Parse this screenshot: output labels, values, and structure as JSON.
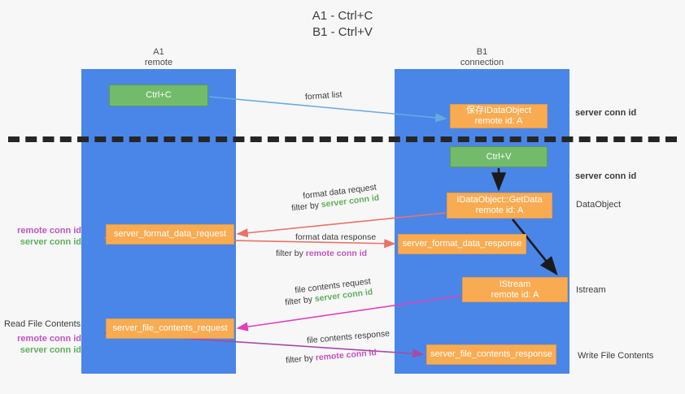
{
  "diagram": {
    "title": "A1 - Ctrl+C\nB1 - Ctrl+V",
    "colors": {
      "lane": "#4a86e8",
      "green_box": "#72bb6a",
      "orange_box": "#f9ab52",
      "server_conn_id": "#5fb05a",
      "remote_conn_id": "#c154c1",
      "divider": "#262626",
      "arrow_blue": "#69a9e0",
      "arrow_red": "#e8736a",
      "arrow_magenta": "#e040c0",
      "arrow_purple": "#a64ca6",
      "arrow_black": "#1a1a1a",
      "background": "#f7f7f7"
    },
    "lanes": [
      {
        "id": "A1",
        "title": "A1\nremote"
      },
      {
        "id": "B1",
        "title": "B1\nconnection"
      }
    ],
    "nodes": [
      {
        "id": "ctrl-c",
        "label": "Ctrl+C",
        "style": "green"
      },
      {
        "id": "save-idataobject",
        "label": "保存IDataObject\nremote id: A",
        "style": "orange"
      },
      {
        "id": "ctrl-v",
        "label": "Ctrl+V",
        "style": "green"
      },
      {
        "id": "getdata",
        "label": "IDataObject::GetData\nremote id: A",
        "style": "orange"
      },
      {
        "id": "server-format-data-request",
        "label": "server_format_data_request",
        "style": "orange"
      },
      {
        "id": "server-format-data-response",
        "label": "server_format_data_response",
        "style": "orange"
      },
      {
        "id": "istream",
        "label": "IStream\nremote id: A",
        "style": "orange"
      },
      {
        "id": "server-file-contents-request",
        "label": "server_file_contents_request",
        "style": "orange"
      },
      {
        "id": "server-file-contents-response",
        "label": "server_file_contents_response",
        "style": "orange"
      }
    ],
    "edge_labels": {
      "format_list": "format list",
      "format_data_request": "format data request",
      "format_data_request_filter_prefix": "filter by ",
      "format_data_request_filter_value": "server conn id",
      "format_data_response": "format data response",
      "format_data_response_filter_prefix": "filter by ",
      "format_data_response_filter_value": "remote conn id",
      "file_contents_request": "file contents request",
      "file_contents_request_filter_prefix": "filter by ",
      "file_contents_request_filter_value": "server conn id",
      "file_contents_response": "file contents response",
      "file_contents_response_filter_prefix": "filter by ",
      "file_contents_response_filter_value": "remote conn id"
    },
    "right_annotations": [
      {
        "id": "server-conn-id-top",
        "label": "server conn id",
        "color": "green"
      },
      {
        "id": "server-conn-id-second",
        "label": "server conn id",
        "color": "green"
      },
      {
        "id": "dataobject",
        "label": "DataObject",
        "color": "dark"
      },
      {
        "id": "istream",
        "label": "Istream",
        "color": "dark"
      },
      {
        "id": "write-file-contents",
        "label": "Write File Contents",
        "color": "dark"
      }
    ],
    "left_annotations": {
      "pair_top": {
        "remote": "remote conn id",
        "server": "server conn id"
      },
      "read_file_contents": "Read File Contents",
      "pair_bottom": {
        "remote": "remote conn id",
        "server": "server conn id"
      }
    }
  }
}
